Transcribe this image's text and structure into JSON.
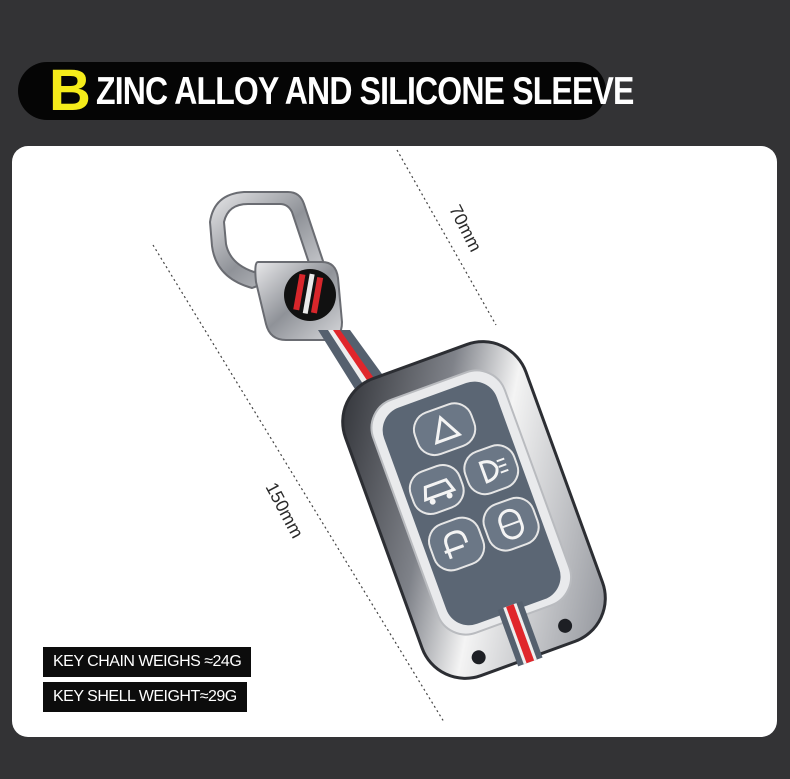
{
  "header": {
    "letter": "B",
    "title": "ZINC ALLOY AND SILICONE SLEEVE"
  },
  "dimensions": {
    "width": "70mm",
    "length": "150mm"
  },
  "specs": {
    "chain_weight": "KEY CHAIN WEIGHS ≈24G",
    "shell_weight": "KEY SHELL WEIGHT≈29G"
  },
  "colors": {
    "accent": "#f5ec1a",
    "background": "#333335",
    "strap_stripe": "#e0262b"
  },
  "icons": [
    "triangle-warning-icon",
    "headlight-icon",
    "car-trunk-icon",
    "lock-icon",
    "unlock-icon"
  ]
}
